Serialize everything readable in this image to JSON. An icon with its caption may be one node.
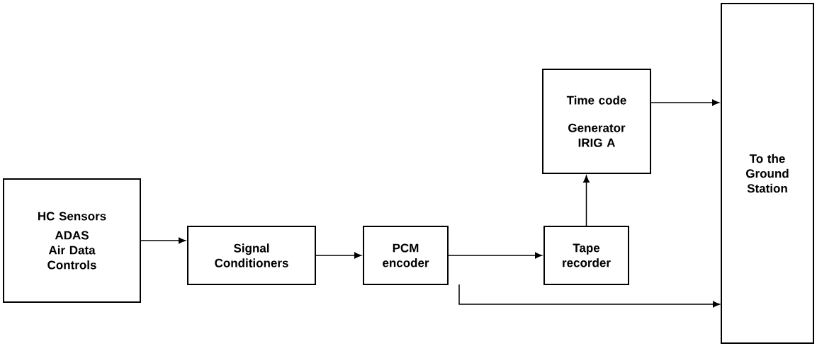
{
  "diagram": {
    "nodes": [
      {
        "text": [
          "HC Sensors",
          "ADAS Air Data Controls"
        ]
      },
      {
        "text": [
          "Signal Conditioners"
        ]
      },
      {
        "text": [
          "PCM encoder"
        ]
      },
      {
        "text": [
          "Tape recorder"
        ]
      },
      {
        "text": [
          "Time code",
          "Generator IRIG A"
        ]
      },
      {
        "text": [
          "To the Ground Station"
        ]
      }
    ],
    "edges": [
      {
        "from": 0,
        "to": 1,
        "arrow": "to"
      },
      {
        "from": 1,
        "to": 2,
        "arrow": "to"
      },
      {
        "from": 2,
        "to": 3,
        "arrow": "to"
      },
      {
        "from": 3,
        "to": 4,
        "arrow": "to"
      },
      {
        "from": 4,
        "to": 5,
        "arrow": "to"
      },
      {
        "from": 2,
        "to": 5,
        "arrow": "to"
      }
    ]
  }
}
